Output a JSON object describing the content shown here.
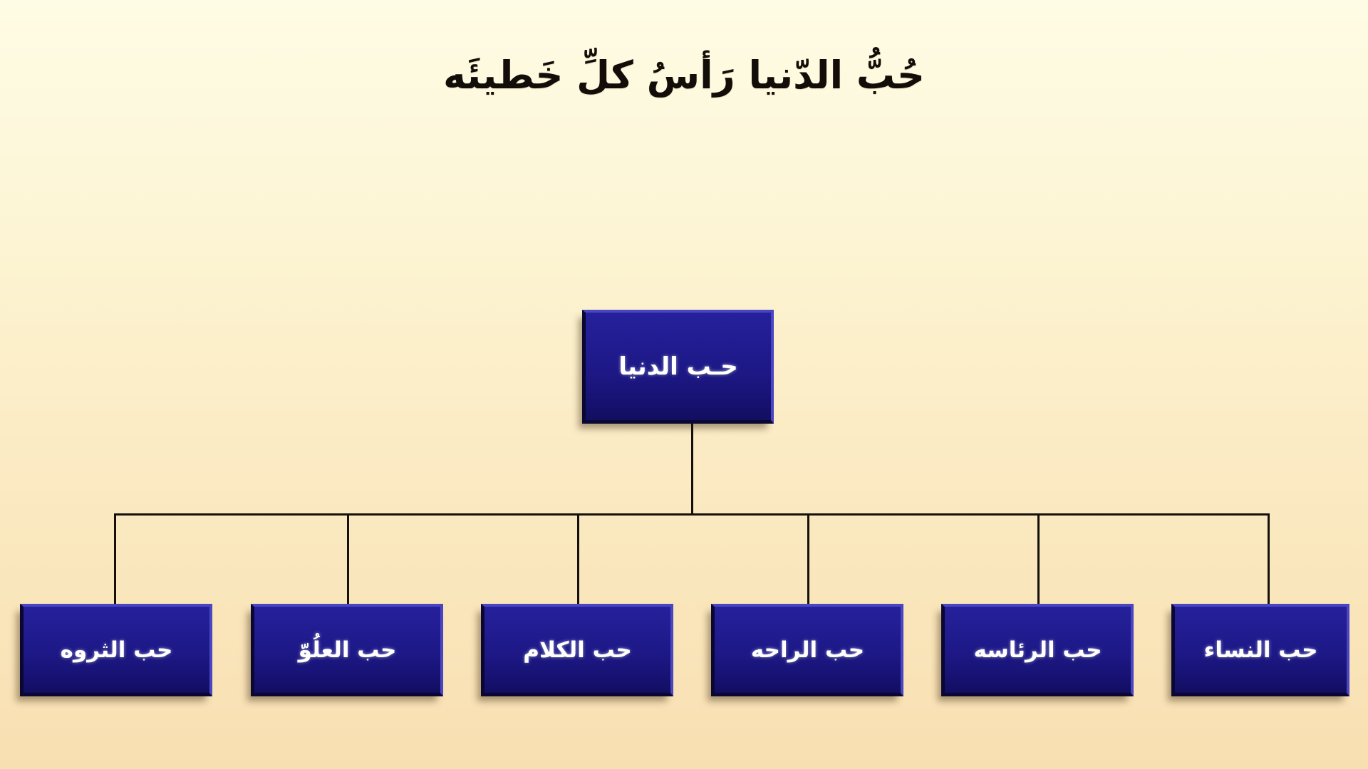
{
  "slide": {
    "title": "حُبُّ الدّنيا رَأسُ كلِّ خَطيئَه",
    "background_top_color": "#FEFCE4",
    "background_bottom_color": "#F8DFB1",
    "node_fill_color": "#1D1886",
    "node_highlight_color": "#4A46C2",
    "node_shadow_color": "#0A0733",
    "node_text_color": "#FFFFFF",
    "connector_color": "#16100A"
  },
  "diagram": {
    "type": "hierarchy",
    "root": {
      "label": "حـب الدنيا"
    },
    "children": [
      {
        "label": "حب الثروه"
      },
      {
        "label": "حب العلُوّ"
      },
      {
        "label": "حب الكلام"
      },
      {
        "label": "حب الراحه"
      },
      {
        "label": "حب الرئاسه"
      },
      {
        "label": "حب النساء"
      }
    ]
  }
}
